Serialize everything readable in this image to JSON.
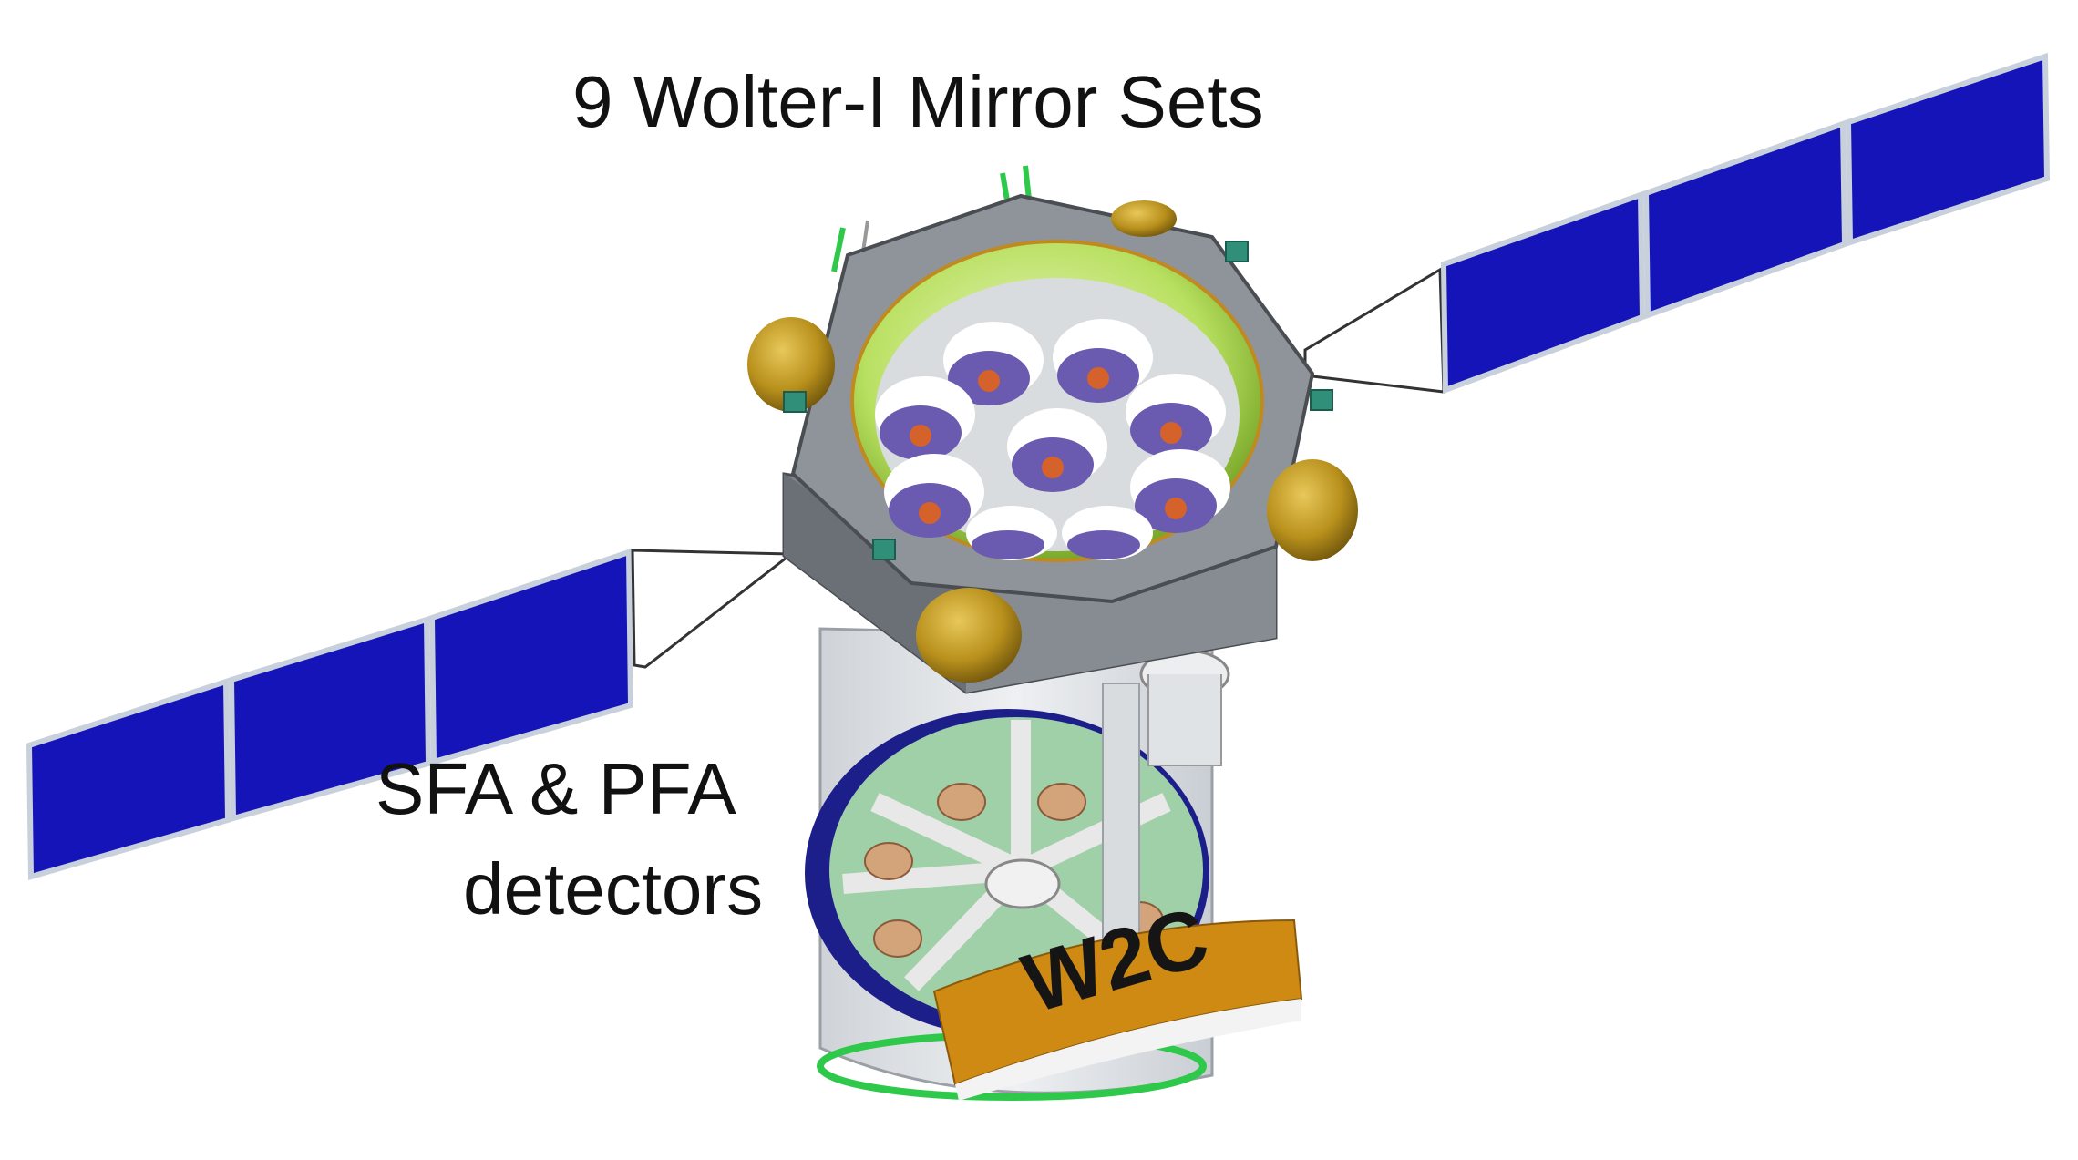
{
  "labels": {
    "mirror_sets": "9 Wolter-I Mirror Sets",
    "detectors_line1": "SFA & PFA",
    "detectors_line2": "detectors",
    "w2c": "W2C"
  },
  "colors": {
    "solar_panel": "#1414b8",
    "panel_frame": "#c8d0dc",
    "bus_gray": "#7c8187",
    "bus_top": "#8f949a",
    "inner_ring": "#9fd13a",
    "mirror_disc": "#6a5bb0",
    "mirror_core": "#d4622a",
    "tank": "#b8901c",
    "cylinder": "#e3e6ea",
    "detector_plate": "#9fd0a8",
    "detector_rim": "#1c1f8a",
    "w2c_band": "#cf8a14",
    "green_accent": "#2ec84a"
  },
  "icons": [
    "solar-panel-icon",
    "propellant-tank-icon",
    "mirror-module-icon"
  ]
}
